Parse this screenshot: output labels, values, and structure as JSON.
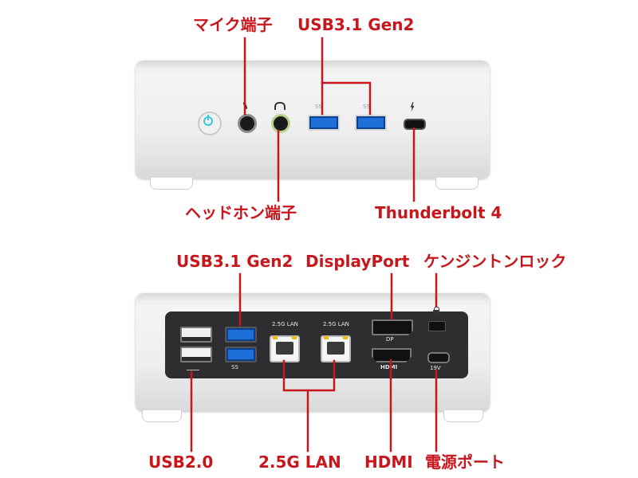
{
  "labels": {
    "mic_jack": "マイク端子",
    "front_usb": "USB3.1 Gen2",
    "headphone_jack": "ヘッドホン端子",
    "thunderbolt": "Thunderbolt 4",
    "rear_usb3": "USB3.1 Gen2",
    "displayport": "DisplayPort",
    "kensington": "ケンジントンロック",
    "usb2": "USB2.0",
    "lan": "2.5G LAN",
    "hdmi": "HDMI",
    "power_port": "電源ポート"
  },
  "port_markings": {
    "lan_1": "2.5G LAN",
    "lan_2": "2.5G LAN",
    "dp": "DP",
    "hdmi": "HDMI",
    "power": "19V",
    "ss_front_1": "SS",
    "ss_front_2": "SS",
    "ss_rear": "SS"
  },
  "colors": {
    "label_red": "#c8161d",
    "usb3_blue": "#1f6fd8",
    "power_button_cyan": "#38c8e0",
    "headphone_ring_green": "#b8d48a",
    "rear_panel": "#2e2e30"
  }
}
